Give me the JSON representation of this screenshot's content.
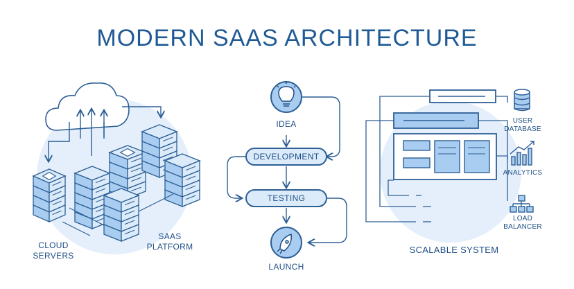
{
  "title": "MODERN SAAS ARCHITECTURE",
  "left": {
    "cloud_servers_line1": "CLOUD",
    "cloud_servers_line2": "SERVERS",
    "saas_platform_line1": "SAAS",
    "saas_platform_line2": "PLATFORM"
  },
  "flow": {
    "idea": "IDEA",
    "development": "DEVELOPMENT",
    "testing": "TESTING",
    "launch": "LAUNCH"
  },
  "right": {
    "user_database_line1": "USER",
    "user_database_line2": "DATABASE",
    "analytics": "ANALYTICS",
    "load_balancer_line1": "LOAD",
    "load_balancer_line2": "BALANCER",
    "scalable_system": "SCALABLE SYSTEM"
  },
  "colors": {
    "stroke": "#2d5f95",
    "fill_light": "#dcebfa",
    "fill_mid": "#a9cdf1",
    "blob": "#e4effb"
  }
}
